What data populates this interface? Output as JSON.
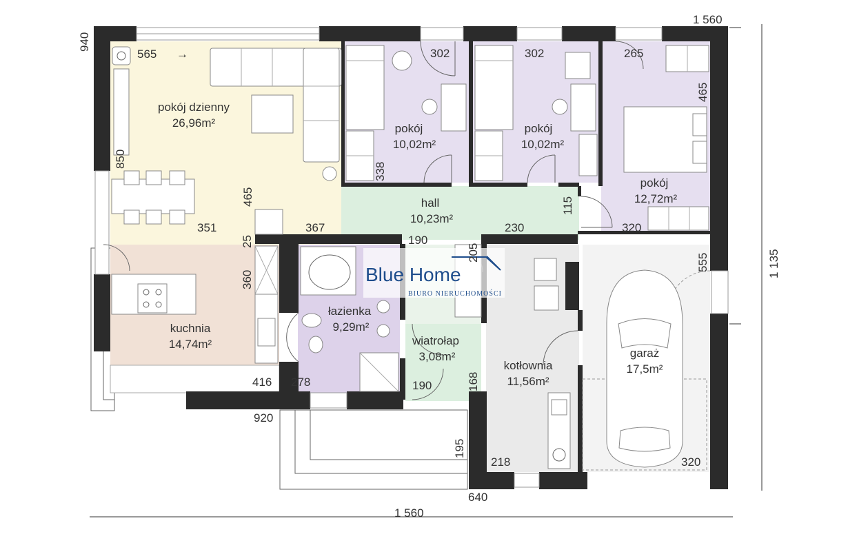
{
  "rooms": {
    "living": {
      "name": "pokój dzienny",
      "area": "26,96m²"
    },
    "kitchen": {
      "name": "kuchnia",
      "area": "14,74m²"
    },
    "room1": {
      "name": "pokój",
      "area": "10,02m²"
    },
    "room2": {
      "name": "pokój",
      "area": "10,02m²"
    },
    "room3": {
      "name": "pokój",
      "area": "12,72m²"
    },
    "hall": {
      "name": "hall",
      "area": "10,23m²"
    },
    "bathroom": {
      "name": "łazienka",
      "area": "9,29m²"
    },
    "vestibule": {
      "name": "wiatrołap",
      "area": "3,08m²"
    },
    "boiler": {
      "name": "kotłownia",
      "area": "11,56m²"
    },
    "garage": {
      "name": "garaż",
      "area": "17,5m²"
    }
  },
  "dimensions": {
    "top_total": "1 560",
    "bottom_total": "1 560",
    "right_total": "1 135",
    "top_left": "940",
    "d565": "565",
    "d302a": "302",
    "d302b": "302",
    "d265": "265",
    "d465r": "465",
    "d850": "850",
    "d465l": "465",
    "d351": "351",
    "d367": "367",
    "d338": "338",
    "d115": "115",
    "d230": "230",
    "d320a": "320",
    "d25": "25",
    "d190a": "190",
    "d205": "205",
    "d360": "360",
    "d555": "555",
    "d168": "168",
    "d190b": "190",
    "d416": "416",
    "d278": "278",
    "d920": "920",
    "d195": "195",
    "d218": "218",
    "d320b": "320",
    "d640": "640"
  },
  "logo": {
    "brand": "Blue Home",
    "subtitle": "BIURO NIERUCHOMOŚCI"
  },
  "colors": {
    "living": "#fbf6dd",
    "kitchen": "#f1e1d6",
    "bedrooms": "#e6dff0",
    "hall": "#dcefdf",
    "bathroom": "#ddd2ea",
    "boiler": "#eaeaea",
    "garage": "#f3f3f3",
    "wall": "#2b2b2b",
    "brand": "#1e4d8c"
  }
}
